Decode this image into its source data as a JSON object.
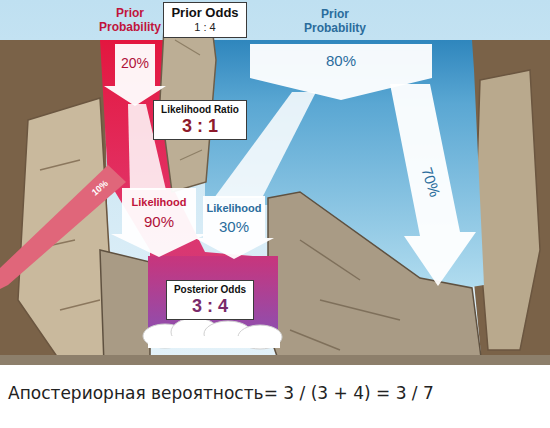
{
  "diagram": {
    "caption": "Апостериорная вероятность= 3 / (3 + 4) = 3 / 7",
    "nodes": [
      {
        "text": [
          "Prior Odds",
          "1 : 4"
        ]
      },
      {
        "text": [
          "Likelihood Ratio",
          "3 : 1"
        ]
      },
      {
        "text": [
          "Posterior Odds",
          "3 : 4"
        ]
      }
    ],
    "labels": [
      "Prior Probability",
      "20%",
      "Prior Probability",
      "80%",
      "10%",
      "Likelihood",
      "90%",
      "Likelihood",
      "30%",
      "70%"
    ]
  }
}
